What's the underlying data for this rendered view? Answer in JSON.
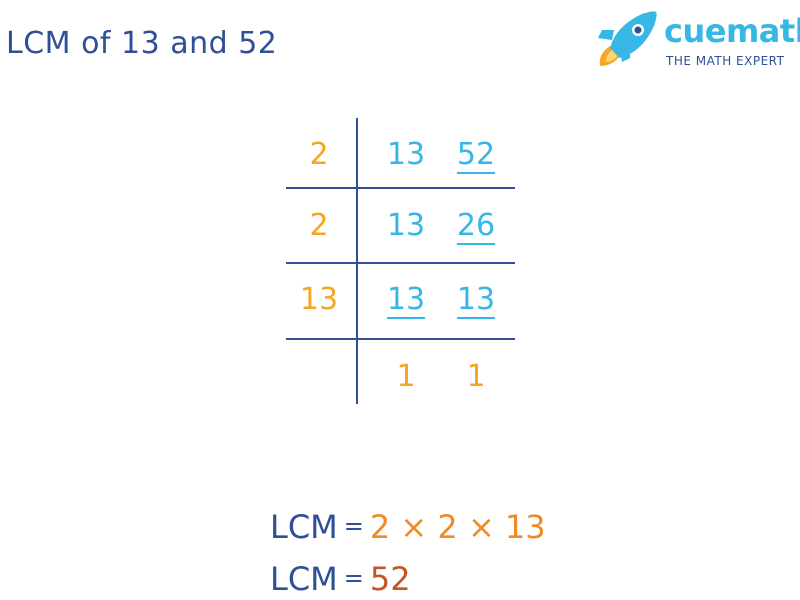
{
  "title": "LCM of 13 and 52",
  "logo": {
    "name": "cuemath",
    "tagline": "THE MATH EXPERT",
    "icon": "rocket-icon"
  },
  "ladder": {
    "rows": [
      {
        "divisor": "2",
        "values": [
          "13",
          "52"
        ],
        "underlined": [
          false,
          true
        ]
      },
      {
        "divisor": "2",
        "values": [
          "13",
          "26"
        ],
        "underlined": [
          false,
          true
        ]
      },
      {
        "divisor": "13",
        "values": [
          "13",
          "13"
        ],
        "underlined": [
          true,
          true
        ]
      }
    ],
    "final": [
      "1",
      "1"
    ]
  },
  "result": {
    "label1": "LCM",
    "eq1": "=",
    "expression": "2 × 2 × 13",
    "label2": "LCM",
    "eq2": "=",
    "value": "52"
  },
  "colors": {
    "navy": "#2f4f97",
    "blue": "#36b7e5",
    "orange": "#f5a623",
    "rust": "#c4552b"
  }
}
